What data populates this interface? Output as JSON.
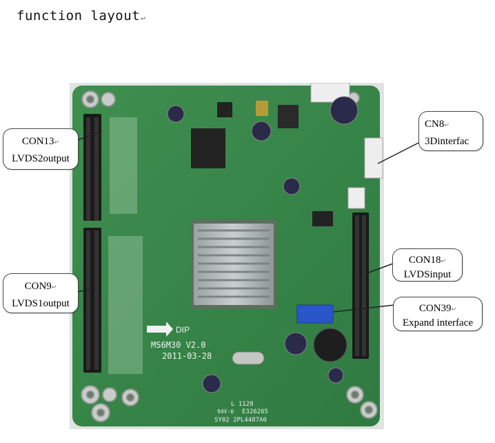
{
  "heading": {
    "text": "function layout",
    "mark": "↵"
  },
  "board": {
    "silkscreen_model": "MS6M30  V2.0",
    "silkscreen_date": "2011-03-28",
    "silkscreen_dip": "DIP",
    "silkscreen_cert": "E326265",
    "silkscreen_code": "SY02  2PL4487A0",
    "silkscreen_rating": "94V-0",
    "silkscreen_part": "L 1128"
  },
  "callouts": {
    "con13": {
      "line1": "CON13",
      "line2": "LVDS2output",
      "mark": "↵"
    },
    "con9": {
      "line1": "CON9",
      "line2": "LVDS1output",
      "mark": "↵"
    },
    "cn8": {
      "line1": "CN8",
      "line2": "3Dinterfac",
      "mark": "↵"
    },
    "con18": {
      "line1": "CON18",
      "line2": "LVDSinput",
      "mark": "↵"
    },
    "con39": {
      "line1": "CON39",
      "line2": "Expand interface",
      "mark": "↵"
    }
  }
}
